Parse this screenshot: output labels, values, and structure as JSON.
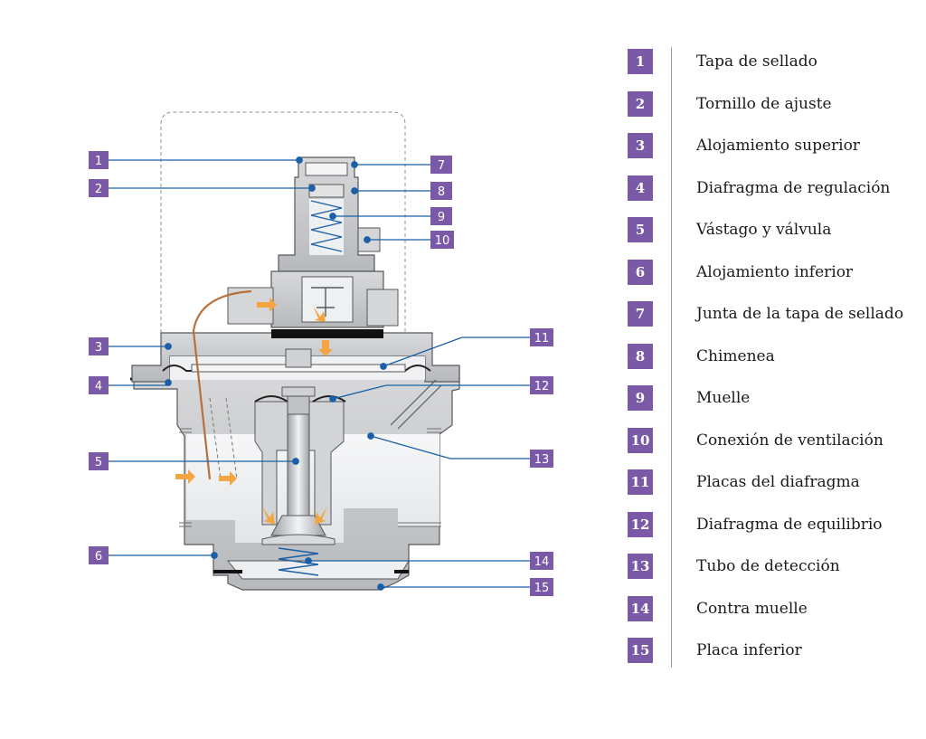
{
  "legend": [
    {
      "num": "1",
      "label": "Tapa de sellado"
    },
    {
      "num": "2",
      "label": "Tornillo de ajuste"
    },
    {
      "num": "3",
      "label": "Alojamiento superior"
    },
    {
      "num": "4",
      "label": "Diafragma de regulación"
    },
    {
      "num": "5",
      "label": "Vástago y válvula"
    },
    {
      "num": "6",
      "label": "Alojamiento inferior"
    },
    {
      "num": "7",
      "label": "Junta de la tapa de sellado"
    },
    {
      "num": "8",
      "label": "Chimenea"
    },
    {
      "num": "9",
      "label": "Muelle"
    },
    {
      "num": "10",
      "label": "Conexión de ventilación"
    },
    {
      "num": "11",
      "label": "Placas del diafragma"
    },
    {
      "num": "12",
      "label": "Diafragma de equilibrio"
    },
    {
      "num": "13",
      "label": "Tubo de detección"
    },
    {
      "num": "14",
      "label": "Contra muelle"
    },
    {
      "num": "15",
      "label": "Placa inferior"
    }
  ],
  "callouts": {
    "c1": "1",
    "c2": "2",
    "c3": "3",
    "c4": "4",
    "c5": "5",
    "c6": "6",
    "c7": "7",
    "c8": "8",
    "c9": "9",
    "c10": "10",
    "c11": "11",
    "c12": "12",
    "c13": "13",
    "c14": "14",
    "c15": "15"
  },
  "colors": {
    "accent": "#7a5aa6",
    "leader": "#1a5fa8",
    "body_fill": "#c8c9cb",
    "chamber_fill": "#eef0f2",
    "flow_arrow": "#f2a541",
    "tube": "#b8703a"
  }
}
